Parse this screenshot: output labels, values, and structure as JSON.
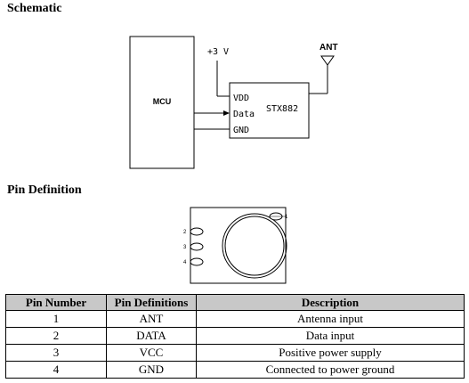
{
  "sections": {
    "schematic_title": "Schematic",
    "pin_definition_title": "Pin Definition"
  },
  "schematic": {
    "mcu_label": "MCU",
    "supply_label": "+3 V",
    "antenna_label": "ANT",
    "module_name": "STX882",
    "pins": {
      "vdd": "VDD",
      "data": "Data",
      "gnd": "GND"
    }
  },
  "module_drawing": {
    "pin_numbers": [
      "1",
      "2",
      "3",
      "4"
    ]
  },
  "table": {
    "headers": [
      "Pin Number",
      "Pin Definitions",
      "Description"
    ],
    "rows": [
      {
        "number": "1",
        "definition": "ANT",
        "description": "Antenna input"
      },
      {
        "number": "2",
        "definition": "DATA",
        "description": "Data input"
      },
      {
        "number": "3",
        "definition": "VCC",
        "description": "Positive power supply"
      },
      {
        "number": "4",
        "definition": "GND",
        "description": "Connected to power ground"
      }
    ]
  }
}
